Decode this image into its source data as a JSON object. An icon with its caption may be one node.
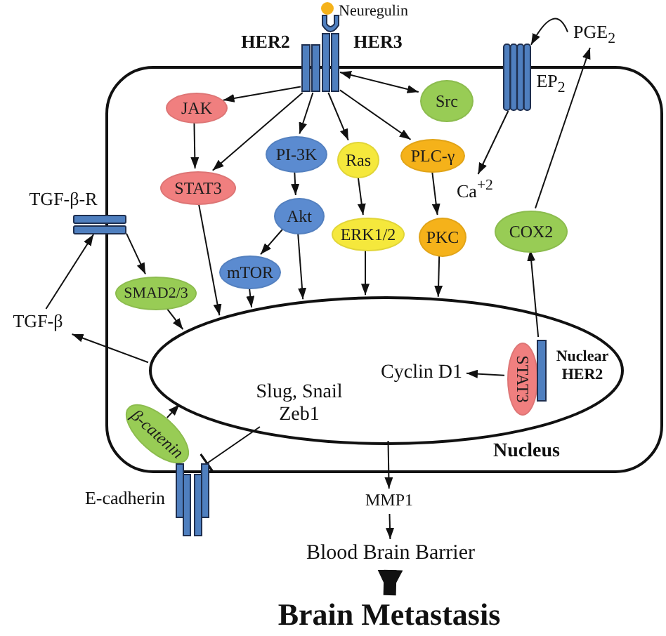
{
  "diagram": {
    "nodes": [
      {
        "text": [],
        "shape": "box"
      },
      {
        "text": [],
        "shape": "bar",
        "beside": [
          "HER2",
          "HER3"
        ]
      },
      {
        "text": [
          "JAK"
        ],
        "in": 0
      },
      {
        "text": [
          "STAT3"
        ],
        "in": 0
      },
      {
        "text": [
          "PI-3K"
        ],
        "in": 0
      },
      {
        "text": [
          "Akt"
        ],
        "in": 0
      },
      {
        "text": [
          "mTOR"
        ],
        "in": 0
      },
      {
        "text": [
          "Src"
        ],
        "in": 0
      },
      {
        "text": [
          "Ras"
        ],
        "in": 0
      },
      {
        "text": [
          "PLC-γ"
        ],
        "in": 0
      },
      {
        "text": [],
        "shape": "bar",
        "beside": [
          "EP$_{2}$"
        ]
      },
      {
        "text": [
          "PGE$_{2}$"
        ]
      },
      {
        "text": [
          "Ca$^{+2}$"
        ],
        "in": 0
      },
      {
        "text": [
          "ERK1/2"
        ],
        "in": 0
      },
      {
        "text": [
          "PKC"
        ],
        "in": 0
      },
      {
        "text": [
          "COX2"
        ],
        "in": 0
      },
      {
        "text": [],
        "shape": "bar",
        "beside": [
          "TGF-β-R"
        ]
      },
      {
        "text": [
          "SMAD2/3"
        ],
        "in": 0
      },
      {
        "text": [
          "TGF-β"
        ]
      },
      {
        "text": [
          "Nucleus"
        ],
        "in": 0
      },
      {
        "text": [
          "Slug, Snail Zeb1"
        ],
        "in": 19
      },
      {
        "text": [
          "Cyclin D1"
        ],
        "in": 19
      },
      {
        "text": [
          "STAT3"
        ],
        "in": 19
      },
      {
        "text": [
          "Nuclear HER2"
        ],
        "in": 19
      },
      {
        "text": [
          "β-catenin"
        ],
        "in": 0
      },
      {
        "text": [],
        "shape": "bar",
        "beside": [
          "E-cadherin"
        ]
      },
      {
        "text": [
          "MMP1"
        ]
      },
      {
        "text": [
          "Blood Brain Barrier"
        ]
      },
      {
        "text": [
          "Brain Metastasis"
        ]
      }
    ],
    "edges": [
      {
        "from": 1,
        "to": 2,
        "arrow": "to"
      },
      {
        "from": 1,
        "to": 3,
        "arrow": "to"
      },
      {
        "from": 1,
        "to": 4,
        "arrow": "to"
      },
      {
        "from": 1,
        "to": 7,
        "arrow": "both"
      },
      {
        "from": 1,
        "to": 8,
        "arrow": "to"
      },
      {
        "from": 1,
        "to": 9,
        "arrow": "to"
      },
      {
        "from": 2,
        "to": 3,
        "arrow": "to"
      },
      {
        "from": 4,
        "to": 5,
        "arrow": "to"
      },
      {
        "from": 5,
        "to": 6,
        "arrow": "to"
      },
      {
        "from": 3,
        "to": 19,
        "arrow": "to"
      },
      {
        "from": 5,
        "to": 19,
        "arrow": "to"
      },
      {
        "from": 6,
        "to": 19,
        "arrow": "to"
      },
      {
        "from": 8,
        "to": 13,
        "arrow": "to"
      },
      {
        "from": 9,
        "to": 14,
        "arrow": "to"
      },
      {
        "from": 13,
        "to": 19,
        "arrow": "to"
      },
      {
        "from": 14,
        "to": 19,
        "arrow": "to"
      },
      {
        "from": 10,
        "to": 12,
        "arrow": "to"
      },
      {
        "from": 15,
        "to": 11,
        "arrow": "to"
      },
      {
        "from": 11,
        "to": 10,
        "arrow": "to"
      },
      {
        "from": 23,
        "to": 15,
        "arrow": "to"
      },
      {
        "from": 22,
        "to": 21,
        "arrow": "to"
      },
      {
        "from": 16,
        "to": 17,
        "arrow": "to"
      },
      {
        "from": 18,
        "to": 16,
        "arrow": "to"
      },
      {
        "from": 19,
        "to": 18,
        "arrow": "to"
      },
      {
        "from": 17,
        "to": 19,
        "arrow": "to"
      },
      {
        "from": 24,
        "to": 19,
        "arrow": "to"
      },
      {
        "from": 20,
        "to": 25,
        "arrow": "other"
      },
      {
        "from": 19,
        "to": 26,
        "arrow": "to"
      },
      {
        "from": 26,
        "to": 27,
        "arrow": "to"
      },
      {
        "from": 27,
        "to": 28,
        "arrow": "to",
        "style": "thick"
      }
    ],
    "labels": [
      "Neuregulin"
    ]
  }
}
